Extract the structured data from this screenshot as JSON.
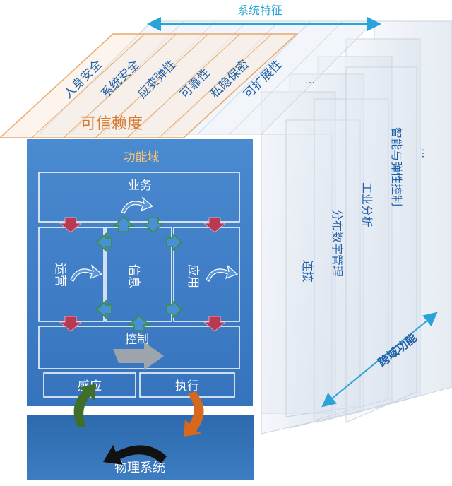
{
  "system_characteristics": {
    "title": "系统特征",
    "items": [
      "人身安全",
      "系统安全",
      "应变弹性",
      "可靠性",
      "私隐保密",
      "可扩展性",
      "…"
    ],
    "group_label": "可信赖度"
  },
  "crosscutting": {
    "title": "跨域功能",
    "items": [
      "连接",
      "分布数字管理",
      "工业分析",
      "智能与弹性控制",
      "…"
    ]
  },
  "functional_domain": {
    "title": "功能域",
    "business": "业务",
    "operations": "运营",
    "information": "信息",
    "application": "应用",
    "control": "控制",
    "sensing": "感应",
    "actuation": "执行"
  },
  "physical_system": {
    "label": "物理系统"
  },
  "colors": {
    "domain_blue": "#3f7fc7",
    "physical_blue": "#2f6fb5",
    "trust_orange": "#e8a86a",
    "accent_cyan": "#2aa4d6",
    "arrow_red": "#c0304b",
    "arrow_green": "#3a8f3a",
    "arrow_dark_green": "#3f6f2a",
    "arrow_orange": "#d8691c"
  }
}
